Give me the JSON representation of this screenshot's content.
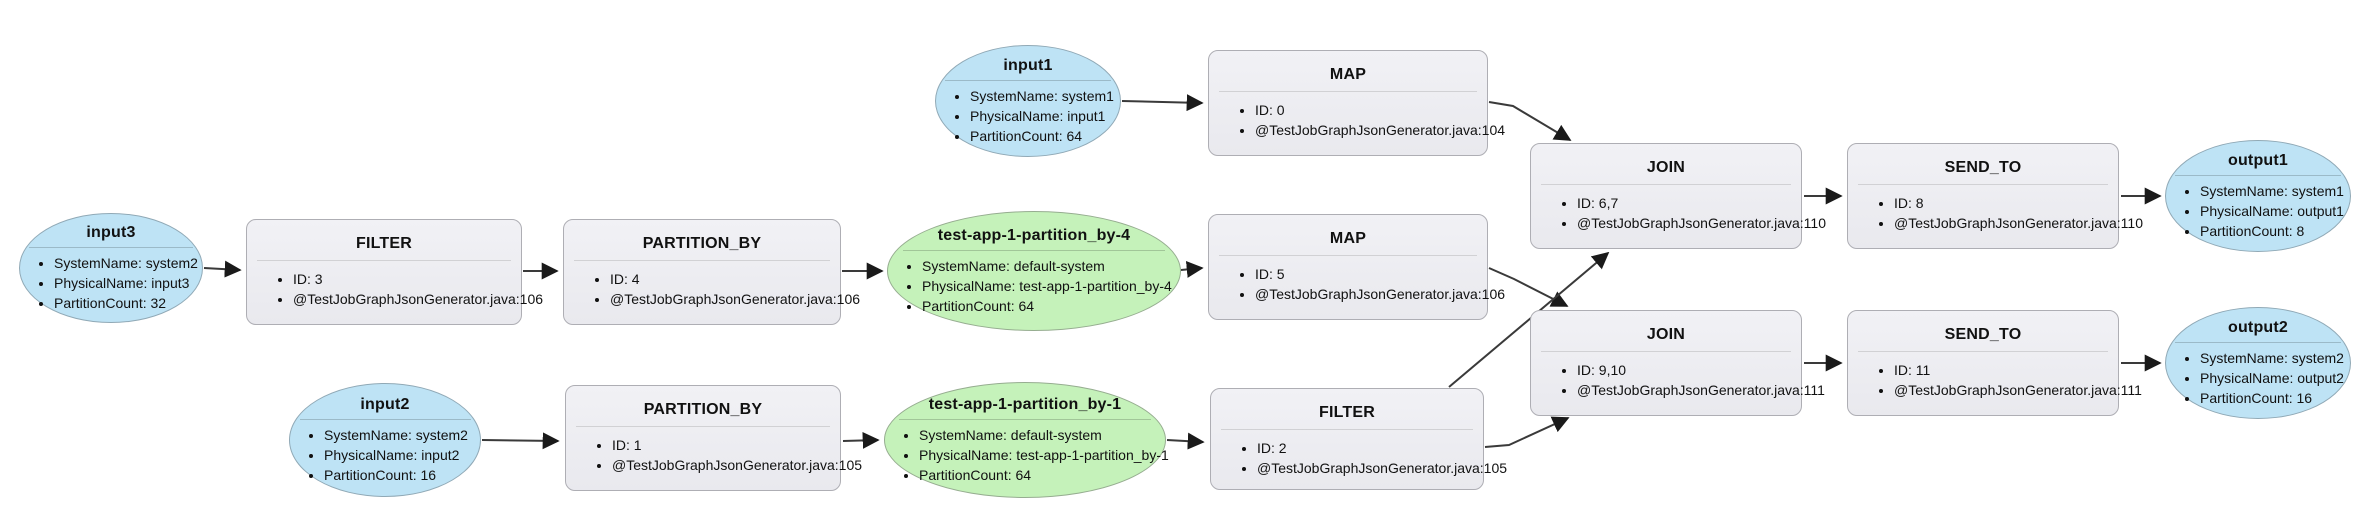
{
  "diagram": {
    "type": "job-graph",
    "colors": {
      "background": "#ffffff",
      "input_output_stream_fill": "#bee3f5",
      "intermediate_stream_fill": "#c5f2ba",
      "operator_fill": "#ececf1",
      "node_border": "#aeaeb4",
      "edge": "#3a3a3a"
    },
    "nodes": {
      "input1": {
        "kind": "input-stream",
        "title": "input1",
        "bullets": [
          "SystemName: system1",
          "PhysicalName: input1",
          "PartitionCount: 64"
        ]
      },
      "input2": {
        "kind": "input-stream",
        "title": "input2",
        "bullets": [
          "SystemName: system2",
          "PhysicalName: input2",
          "PartitionCount: 16"
        ]
      },
      "input3": {
        "kind": "input-stream",
        "title": "input3",
        "bullets": [
          "SystemName: system2",
          "PhysicalName: input3",
          "PartitionCount: 32"
        ]
      },
      "output1": {
        "kind": "output-stream",
        "title": "output1",
        "bullets": [
          "SystemName: system1",
          "PhysicalName: output1",
          "PartitionCount: 8"
        ]
      },
      "output2": {
        "kind": "output-stream",
        "title": "output2",
        "bullets": [
          "SystemName: system2",
          "PhysicalName: output2",
          "PartitionCount: 16"
        ]
      },
      "stream_partition_by_4": {
        "kind": "intermediate-stream",
        "title": "test-app-1-partition_by-4",
        "bullets": [
          "SystemName: default-system",
          "PhysicalName: test-app-1-partition_by-4",
          "PartitionCount: 64"
        ]
      },
      "stream_partition_by_1": {
        "kind": "intermediate-stream",
        "title": "test-app-1-partition_by-1",
        "bullets": [
          "SystemName: default-system",
          "PhysicalName: test-app-1-partition_by-1",
          "PartitionCount: 64"
        ]
      },
      "map_0": {
        "kind": "operator",
        "title": "MAP",
        "bullets": [
          "ID: 0",
          "@TestJobGraphJsonGenerator.java:104"
        ]
      },
      "filter_3": {
        "kind": "operator",
        "title": "FILTER",
        "bullets": [
          "ID: 3",
          "@TestJobGraphJsonGenerator.java:106"
        ]
      },
      "partition_by_4": {
        "kind": "operator",
        "title": "PARTITION_BY",
        "bullets": [
          "ID: 4",
          "@TestJobGraphJsonGenerator.java:106"
        ]
      },
      "map_5": {
        "kind": "operator",
        "title": "MAP",
        "bullets": [
          "ID: 5",
          "@TestJobGraphJsonGenerator.java:106"
        ]
      },
      "partition_by_1": {
        "kind": "operator",
        "title": "PARTITION_BY",
        "bullets": [
          "ID: 1",
          "@TestJobGraphJsonGenerator.java:105"
        ]
      },
      "filter_2": {
        "kind": "operator",
        "title": "FILTER",
        "bullets": [
          "ID: 2",
          "@TestJobGraphJsonGenerator.java:105"
        ]
      },
      "join_6_7": {
        "kind": "operator",
        "title": "JOIN",
        "bullets": [
          "ID: 6,7",
          "@TestJobGraphJsonGenerator.java:110"
        ]
      },
      "send_to_8": {
        "kind": "operator",
        "title": "SEND_TO",
        "bullets": [
          "ID: 8",
          "@TestJobGraphJsonGenerator.java:110"
        ]
      },
      "join_9_10": {
        "kind": "operator",
        "title": "JOIN",
        "bullets": [
          "ID: 9,10",
          "@TestJobGraphJsonGenerator.java:111"
        ]
      },
      "send_to_11": {
        "kind": "operator",
        "title": "SEND_TO",
        "bullets": [
          "ID: 11",
          "@TestJobGraphJsonGenerator.java:111"
        ]
      }
    },
    "edges": [
      {
        "from": "input1",
        "to": "map_0"
      },
      {
        "from": "map_0",
        "to": "join_6_7"
      },
      {
        "from": "input3",
        "to": "filter_3"
      },
      {
        "from": "filter_3",
        "to": "partition_by_4"
      },
      {
        "from": "partition_by_4",
        "to": "stream_partition_by_4"
      },
      {
        "from": "stream_partition_by_4",
        "to": "map_5"
      },
      {
        "from": "map_5",
        "to": "join_9_10"
      },
      {
        "from": "filter_2",
        "to": "join_6_7"
      },
      {
        "from": "filter_2",
        "to": "join_9_10"
      },
      {
        "from": "input2",
        "to": "partition_by_1"
      },
      {
        "from": "partition_by_1",
        "to": "stream_partition_by_1"
      },
      {
        "from": "stream_partition_by_1",
        "to": "filter_2"
      },
      {
        "from": "join_6_7",
        "to": "send_to_8"
      },
      {
        "from": "send_to_8",
        "to": "output1"
      },
      {
        "from": "join_9_10",
        "to": "send_to_11"
      },
      {
        "from": "send_to_11",
        "to": "output2"
      }
    ]
  }
}
